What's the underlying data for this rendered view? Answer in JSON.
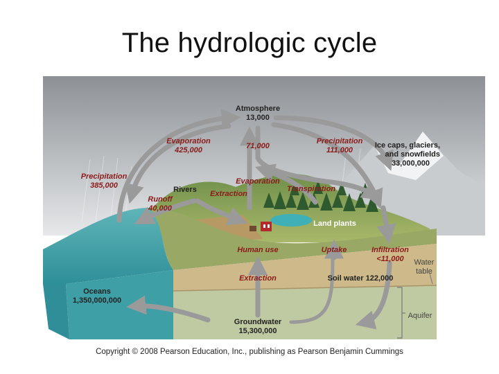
{
  "title": "The hydrologic cycle",
  "labels": {
    "atmosphere_name": "Atmosphere",
    "atmosphere_value": "13,000",
    "evaporation_ocean_name": "Evaporation",
    "evaporation_ocean_value": "425,000",
    "transport_value": "71,000",
    "precipitation_land_name": "Precipitation",
    "precipitation_land_value": "111,000",
    "ice_line1": "Ice caps, glaciers,",
    "ice_line2": "and snowfields",
    "ice_value": "33,000,000",
    "precipitation_ocean_name": "Precipitation",
    "precipitation_ocean_value": "385,000",
    "rivers": "Rivers",
    "evaporation_land": "Evaporation",
    "extraction_surface": "Extraction",
    "transpiration": "Transpiration",
    "runoff_name": "Runoff",
    "runoff_value": "40,000",
    "land_plants": "Land plants",
    "human_use": "Human use",
    "uptake": "Uptake",
    "infiltration_name": "Infiltration",
    "infiltration_value": "<11,000",
    "water_table_line1": "Water",
    "water_table_line2": "table",
    "extraction_ground": "Extraction",
    "soil_water": "Soil water 122,000",
    "oceans_name": "Oceans",
    "oceans_value": "1,350,000,000",
    "aquifer": "Aquifer",
    "groundwater_name": "Groundwater",
    "groundwater_value": "15,300,000"
  },
  "copyright": "Copyright © 2008 Pearson Education, Inc., publishing as Pearson Benjamin Cummings",
  "colors": {
    "arrow": "#9a9a9a",
    "label_red": "#8b1a1a",
    "ocean": "#3f9fa6",
    "soil": "#cdb98a",
    "aquifer": "#bfc9a2"
  }
}
